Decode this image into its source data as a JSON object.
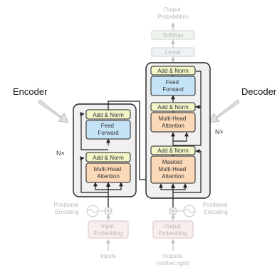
{
  "diagram": {
    "encoder_label": "Encoder",
    "decoder_label": "Decoder",
    "encoder_repeat": "N×",
    "decoder_repeat": "N×",
    "output_probabilities": [
      "Output",
      "Probabilities"
    ],
    "softmax": "Softmax",
    "linear": "Linear",
    "enc_add_norm_top": "Add & Norm",
    "enc_feed_forward": [
      "Feed",
      "Forward"
    ],
    "enc_add_norm_bottom": "Add & Norm",
    "enc_attention": [
      "Multi-Head",
      "Attention"
    ],
    "dec_add_norm_top": "Add & Norm",
    "dec_feed_forward": [
      "Feed",
      "Forward"
    ],
    "dec_add_norm_mid": "Add & Norm",
    "dec_attention": [
      "Multi-Head",
      "Attention"
    ],
    "dec_add_norm_bottom": "Add & Norm",
    "dec_masked_attention": [
      "Masked",
      "Multi-Head",
      "Attention"
    ],
    "enc_positional_encoding": [
      "Positional",
      "Encoding"
    ],
    "dec_positional_encoding": [
      "Positional",
      "Encoding"
    ],
    "input_embedding": [
      "Input",
      "Embedding"
    ],
    "output_embedding": [
      "Output",
      "Embedding"
    ],
    "inputs": "Inputs",
    "outputs": [
      "Outputs",
      "(shifted right)"
    ],
    "colors": {
      "add_norm": "#f2f5c8",
      "feed_forward": "#c5e3f6",
      "attention": "#fbd9b8",
      "block_bg": "#f0f0f0",
      "faint": "#cfcfcf",
      "arrow_grey": "#c9c9c9"
    }
  }
}
